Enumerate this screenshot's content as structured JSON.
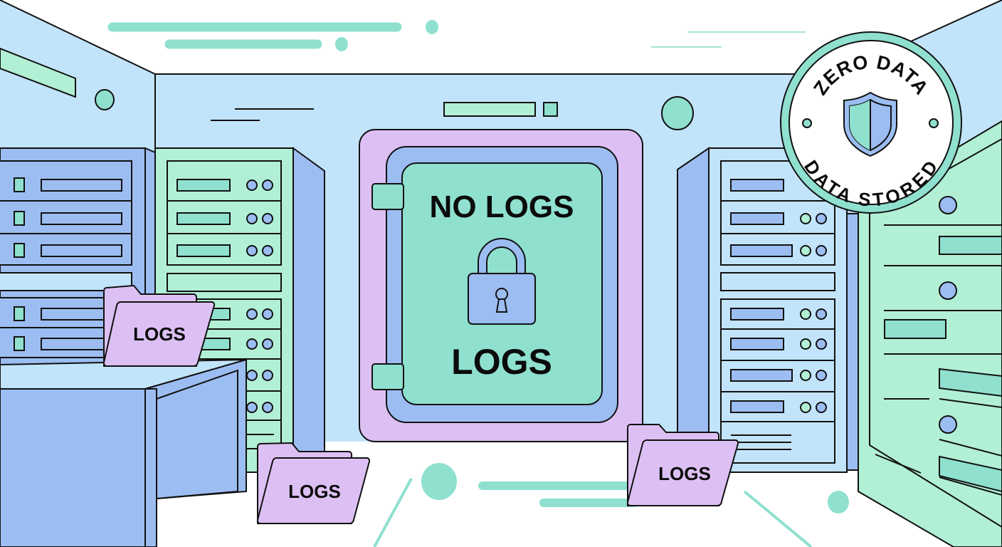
{
  "scene": {
    "description": "Flat vector illustration of a server room with a central safe and scattered log folders",
    "colors": {
      "wall_light": "#c2e4fb",
      "rack_blue": "#9cbdf2",
      "rack_green": "#b1f0d5",
      "accent_teal": "#8fe0cf",
      "folder_purple": "#dcc0f3",
      "outline": "#111111",
      "floor": "#ffffff"
    }
  },
  "safe": {
    "top_label": "NO LOGS",
    "bottom_label": "LOGS",
    "icon": "padlock-icon"
  },
  "badge": {
    "top_text": "ZERO DATA",
    "bottom_text": "DATA STORED",
    "icon": "shield-icon"
  },
  "folders": [
    {
      "label": "LOGS",
      "position": "left-on-desk"
    },
    {
      "label": "LOGS",
      "position": "bottom-center-left"
    },
    {
      "label": "LOGS",
      "position": "bottom-center-right"
    }
  ]
}
